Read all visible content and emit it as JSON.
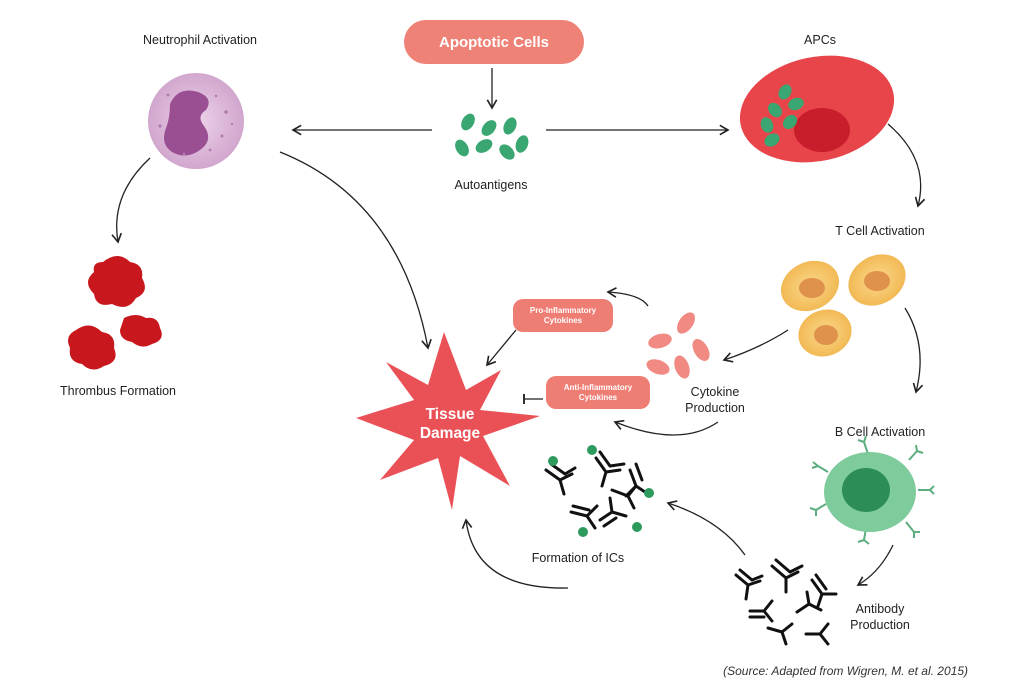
{
  "title": "Apoptotic Cells",
  "labels": {
    "autoantigens": "Autoantigens",
    "neutrophil": "Neutrophil Activation",
    "apcs": "APCs",
    "thrombus": "Thrombus Formation",
    "t_cell": "T Cell Activation",
    "cytokine_production": "Cytokine\nProduction",
    "pro_inflammatory": "Pro-Inflammatory\nCytokines",
    "anti_inflammatory": "Anti-Inflammatory\nCytokines",
    "tissue_damage": "Tissue\nDamage",
    "b_cell": "B Cell Activation",
    "formation_ics": "Formation of ICs",
    "antibody_production": "Antibody\nProduction"
  },
  "source": "(Source: Adapted from Wigren, M. et al. 2015)",
  "colors": {
    "pill": "#ef8277",
    "apc": "#e8454b",
    "star": "#ea5156",
    "t_cell": "#f6c567",
    "b_cell": "#7ecb9c",
    "neutrophil": "#d9a9d4",
    "thrombus": "#c8181e",
    "antigen": "#3aa772",
    "arrow": "#222222"
  }
}
